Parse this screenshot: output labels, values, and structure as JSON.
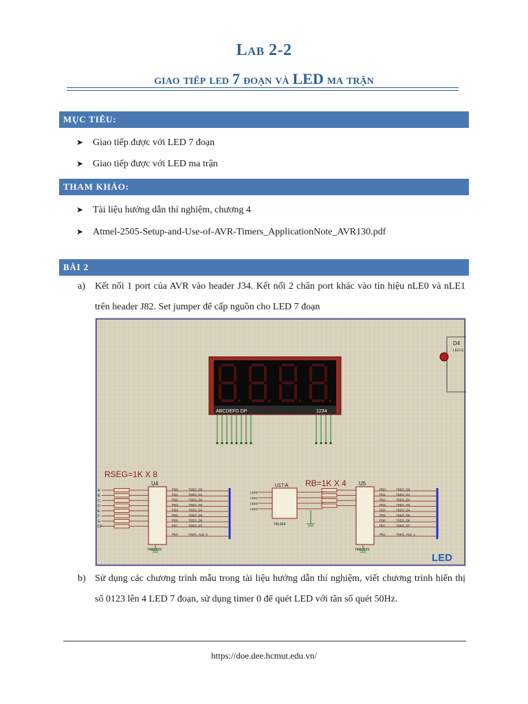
{
  "title": {
    "lab": "Lab 2-2",
    "subtitle_parts": [
      "giao tiếp led ",
      "7",
      " đoạn và ",
      "LED",
      " ma trận"
    ]
  },
  "sections": {
    "objectives": {
      "heading": "MỤC TIÊU:",
      "items": [
        "Giao tiếp được với LED 7 đoạn",
        "Giao tiếp được với LED ma trận"
      ]
    },
    "references": {
      "heading": "THAM KHẢO:",
      "items": [
        "Tài liệu hướng dẫn thí nghiệm, chương 4",
        "Atmel-2505-Setup-and-Use-of-AVR-Timers_ApplicationNote_AVR130.pdf"
      ]
    },
    "exercise": {
      "heading": "BÀI 2",
      "a_label": "a)",
      "a_text": "Kết nối 1 port của AVR vào header J34. Kết nối 2 chân port khác vào tín hiệu nLE0 và nLE1 trên header J82. Set jumper để cấp nguồn cho LED 7 đoạn",
      "b_label": "b)",
      "b_text": "Sử dụng các chương trình mẫu trong tài liệu hướng dẫn thí nghiệm, viết chương trình hiển thị số 0123 lên 4 LED 7 đoạn, sử dụng timer 0 để quét LED với tần số quét 50Hz."
    }
  },
  "schematic": {
    "display_pins_label": "ABCDEFG DP",
    "digit_numbers": "1234",
    "rseg_label": "RSEG=1K X 8",
    "rb_label": "RB=1K X 4",
    "u4_label": "U4",
    "u4_part": "74HC573",
    "u5_label": "U5",
    "u5_part": "74HC573",
    "u17_label": "U17:A",
    "u17_part": "74LS04",
    "d4_label": "D4",
    "d4_sub": "LED-G",
    "led_label": "LED",
    "seg_pins": [
      "A",
      "B",
      "C",
      "D",
      "E",
      "F",
      "G",
      "DP"
    ],
    "u4_out": [
      "PD0",
      "PD1",
      "PD2",
      "PD3",
      "PD4",
      "PD5",
      "PD6",
      "PD7"
    ],
    "u4_sig": [
      "7SEG_D0",
      "7SEG_D1",
      "7SEG_D2",
      "7SEG_D3",
      "7SEG_D4",
      "7SEG_D5",
      "7SEG_D6",
      "7SEG_D7"
    ],
    "u4_le": "PE0",
    "u4_le_sig": "7SEG_ALE_0",
    "u5_out": [
      "PD0",
      "PD1",
      "PD2",
      "PD3",
      "PD4",
      "PD5",
      "PD6",
      "PD7"
    ],
    "u5_sig": [
      "7SEG_D0",
      "7SEG_D1",
      "7SEG_D2",
      "7SEG_D3",
      "7SEG_D4",
      "7SEG_D5",
      "7SEG_D6",
      "7SEG_D7"
    ],
    "u5_le": "PB1",
    "u5_le_sig": "7SEG_ALE_1",
    "u17_in": [
      "LED0",
      "LED1",
      "LED2",
      "LED3"
    ],
    "colors": {
      "grid_bg": "#d9d3bf",
      "part_red": "#8c1a1a",
      "wire_green": "#2d7a2d",
      "bus_blue": "#2b2bd0",
      "led_text_blue": "#1f5fbf"
    }
  },
  "footer": {
    "url": "https://doe.dee.hcmut.edu.vn/"
  }
}
